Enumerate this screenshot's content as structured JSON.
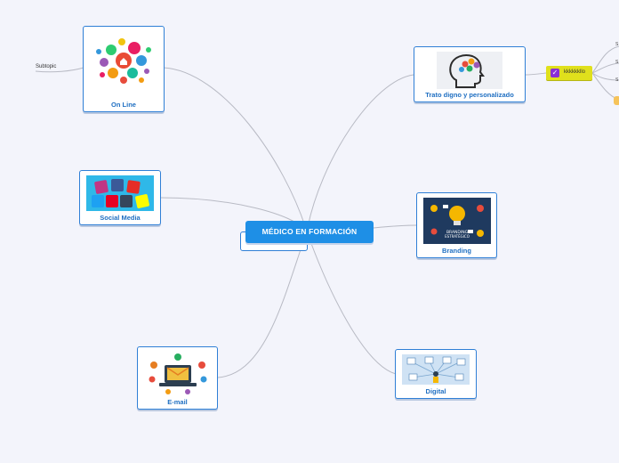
{
  "central": {
    "label": "MÉDICO EN FORMACIÓN"
  },
  "topics": {
    "online": {
      "label": "On Line",
      "icon": "social-media-cluster-icon"
    },
    "social": {
      "label": "Social Media",
      "icon": "social-apps-icon"
    },
    "email": {
      "label": "E-mail",
      "icon": "email-laptop-icon"
    },
    "trato": {
      "label": "Trato digno y personalizado",
      "icon": "brain-head-icon"
    },
    "branding": {
      "label": "Branding",
      "icon": "lightbulb-icon",
      "image_text": [
        "BRANDING",
        "ESTRATÉGICO"
      ]
    },
    "digital": {
      "label": "Digital",
      "icon": "digital-network-icon"
    }
  },
  "subtopic": {
    "label": "Subtopic"
  },
  "check": {
    "label": "kkkkkkllo",
    "mark": "✓"
  },
  "edge_children": [
    "S",
    "S",
    "S"
  ],
  "colors": {
    "background": "#f3f4fb",
    "accent": "#1e8fe6",
    "node_border": "#2f7fd6",
    "label": "#1f6fc2",
    "check_bg": "#e0e01c",
    "check_box": "#8a2ed6",
    "connector": "#b8bac4"
  }
}
